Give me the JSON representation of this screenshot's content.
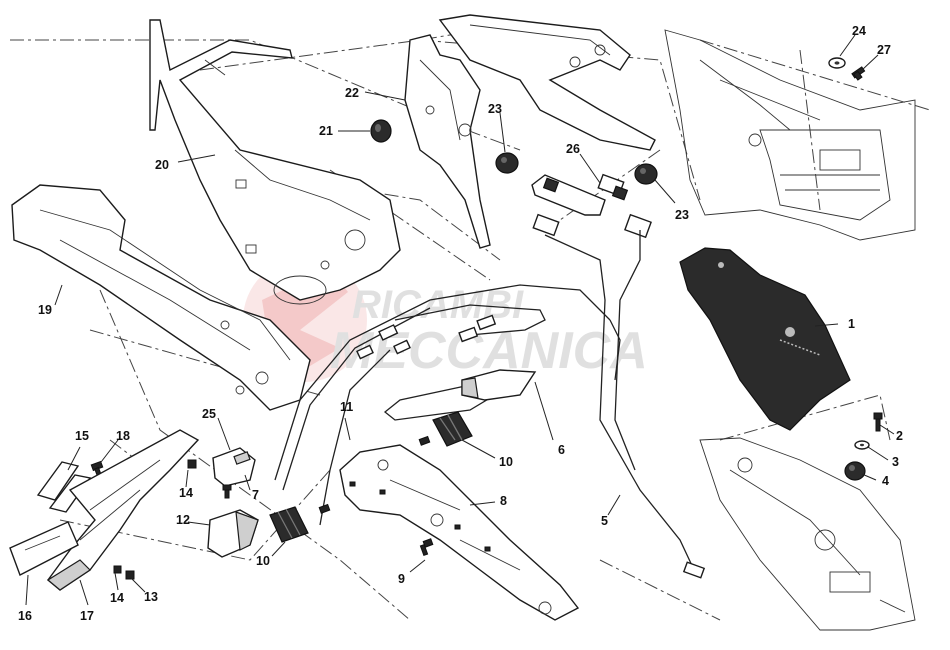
{
  "diagram": {
    "callouts": [
      {
        "id": "c1",
        "text": "1"
      },
      {
        "id": "c2",
        "text": "2"
      },
      {
        "id": "c3",
        "text": "3"
      },
      {
        "id": "c4",
        "text": "4"
      },
      {
        "id": "c5",
        "text": "5"
      },
      {
        "id": "c6",
        "text": "6"
      },
      {
        "id": "c7",
        "text": "7"
      },
      {
        "id": "c8",
        "text": "8"
      },
      {
        "id": "c9",
        "text": "9"
      },
      {
        "id": "c10a",
        "text": "10"
      },
      {
        "id": "c10b",
        "text": "10"
      },
      {
        "id": "c11",
        "text": "11"
      },
      {
        "id": "c12",
        "text": "12"
      },
      {
        "id": "c13",
        "text": "13"
      },
      {
        "id": "c14a",
        "text": "14"
      },
      {
        "id": "c14b",
        "text": "14"
      },
      {
        "id": "c15",
        "text": "15"
      },
      {
        "id": "c16",
        "text": "16"
      },
      {
        "id": "c17",
        "text": "17"
      },
      {
        "id": "c18",
        "text": "18"
      },
      {
        "id": "c19",
        "text": "19"
      },
      {
        "id": "c20",
        "text": "20"
      },
      {
        "id": "c21",
        "text": "21"
      },
      {
        "id": "c22",
        "text": "22"
      },
      {
        "id": "c23a",
        "text": "23"
      },
      {
        "id": "c23b",
        "text": "23"
      },
      {
        "id": "c24",
        "text": "24"
      },
      {
        "id": "c25",
        "text": "25"
      },
      {
        "id": "c26",
        "text": "26"
      },
      {
        "id": "c27",
        "text": "27"
      }
    ]
  },
  "watermark": {
    "line1": "RICAMBI",
    "line2": "MECCANICA",
    "color": "#d9d9d9",
    "accent": "#e8a0a0"
  }
}
